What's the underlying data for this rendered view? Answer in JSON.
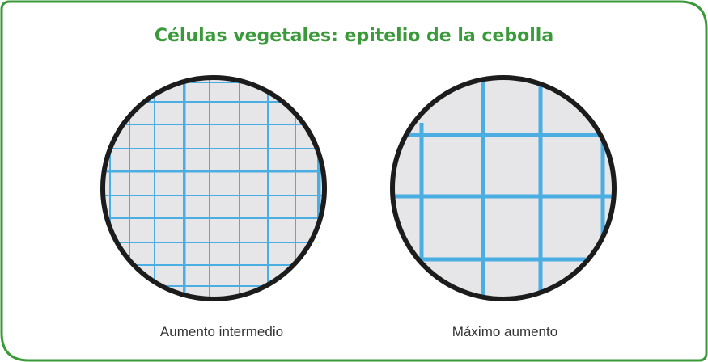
{
  "title": "Células vegetales: epitelio de la cebolla",
  "captions": {
    "left": "Aumento intermedio",
    "right": "Máximo aumento"
  },
  "colors": {
    "border": "#3a9a3a",
    "title": "#3a9a3a",
    "cell_wall": "#4aaee2",
    "cytoplasm": "#e6e6e8",
    "lens_rim": "#1c1c1c",
    "caption": "#333333"
  }
}
